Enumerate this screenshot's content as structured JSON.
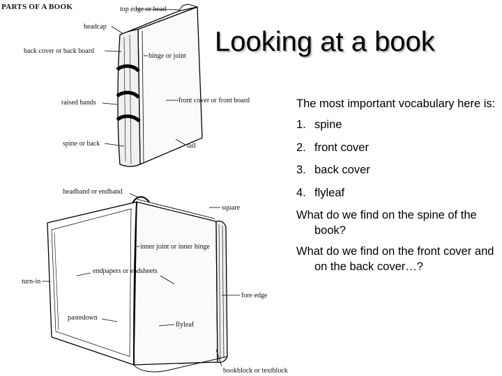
{
  "slide": {
    "title": "Looking at a book",
    "intro": "The most important vocabulary here is:",
    "vocabulary": [
      {
        "num": "1.",
        "term": "spine"
      },
      {
        "num": "2.",
        "term": "front cover"
      },
      {
        "num": "3.",
        "term": "back cover"
      },
      {
        "num": "4.",
        "term": "flyleaf"
      }
    ],
    "questions": [
      "What do we find on the spine of the book?",
      "What do we find on the front cover and on the back cover…?"
    ]
  },
  "figure": {
    "heading": "PARTS OF A BOOK",
    "closed_book_labels": {
      "top_edge": "top edge or head",
      "headcap": "headcap",
      "back_cover": "back cover or back board",
      "hinge": "hinge or joint",
      "raised_bands": "raised bands",
      "front_cover": "front cover or front board",
      "spine": "spine or back",
      "tail": "tail"
    },
    "open_book_labels": {
      "headband": "headband or endband",
      "square": "square",
      "inner_joint": "inner joint or inner hinge",
      "endpapers": "endpapers or endsheets",
      "turn_in": "turn-in",
      "fore_edge": "fore edge",
      "pastedown": "pastedown",
      "flyleaf": "flyleaf",
      "bookblock": "bookblock or textblock"
    }
  }
}
